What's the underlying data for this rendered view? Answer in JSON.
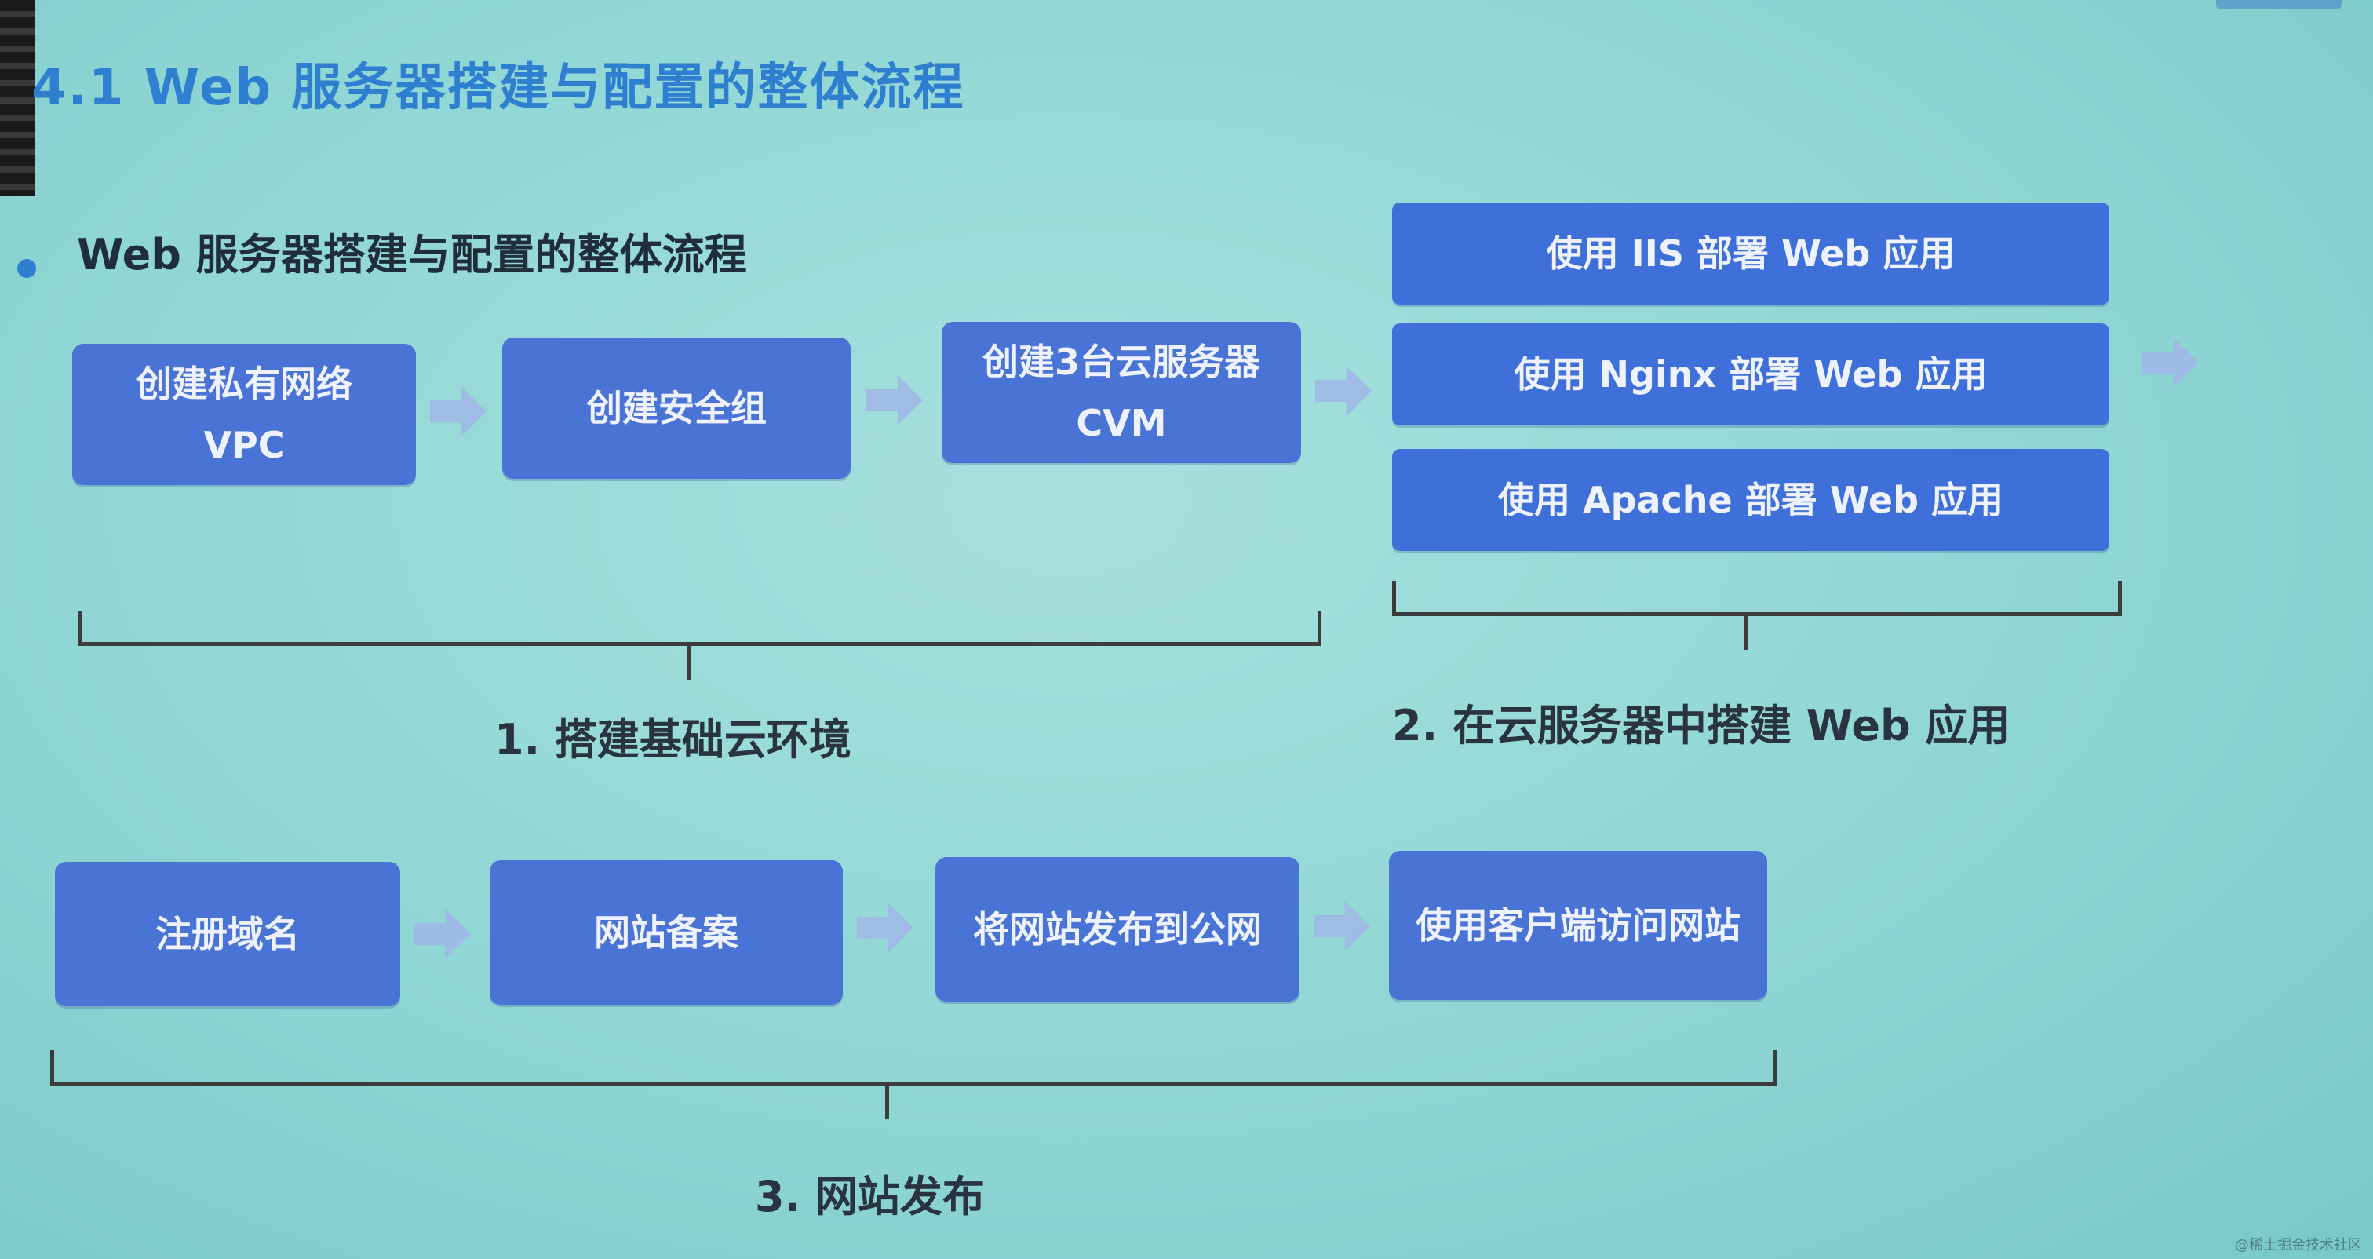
{
  "title": "4.1 Web 服务器搭建与配置的整体流程",
  "bullet": "Web 服务器搭建与配置的整体流程",
  "row1": [
    "创建私有网络 VPC",
    "创建安全组",
    "创建3台云服务器 CVM"
  ],
  "deploy": [
    "使用 IIS 部署 Web 应用",
    "使用 Nginx 部署 Web 应用",
    "使用 Apache 部署 Web 应用"
  ],
  "row2": [
    "注册域名",
    "网站备案",
    "将网站发布到公网",
    "使用客户端访问网站"
  ],
  "labels": {
    "step1": "1. 搭建基础云环境",
    "step2": "2. 在云服务器中搭建 Web 应用",
    "step3": "3. 网站发布"
  },
  "watermark": "@稀土掘金技术社区",
  "colors": {
    "background": "#8fd6d4",
    "box": "#4a73d6",
    "title": "#2f7fd1",
    "arrow": "#9fb8e6"
  }
}
